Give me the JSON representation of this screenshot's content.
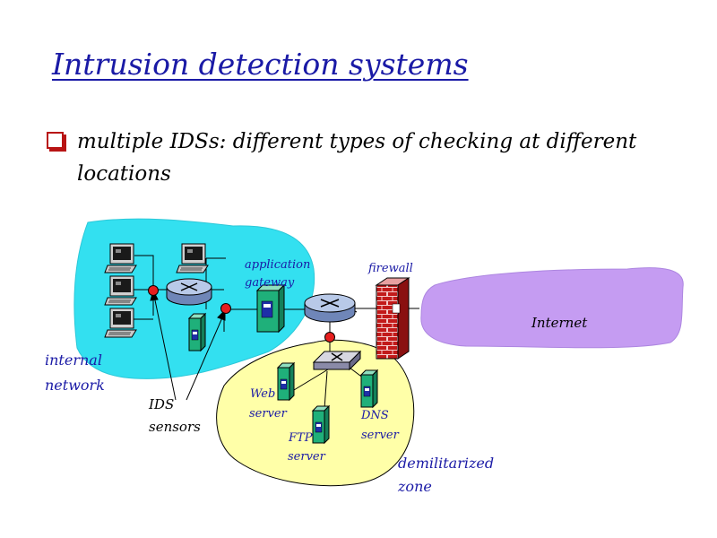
{
  "slide": {
    "title": "Intrusion detection systems",
    "bullet": "multiple IDSs: different types of checking at different locations"
  },
  "labels": {
    "application_gateway_1": "application",
    "application_gateway_2": "gateway",
    "firewall": "firewall",
    "internet": "Internet",
    "internal_network_1": "internal",
    "internal_network_2": "network",
    "ids_sensors_1": "IDS",
    "ids_sensors_2": "sensors",
    "web_server_1": "Web",
    "web_server_2": "server",
    "ftp_server_1": "FTP",
    "ftp_server_2": "server",
    "dns_server_1": "DNS",
    "dns_server_2": "server",
    "dmz_1": "demilitarized",
    "dmz_2": "zone"
  },
  "colors": {
    "title": "#1a1aa6",
    "bullet": "#b81414",
    "internal_cloud": "#33e0f0",
    "internet_cloud": "#c59cf2",
    "dmz_cloud": "#ffffa8",
    "ids_sensor": "#e61e1e",
    "firewall_brick": "#c21a1a",
    "server_body": "#1fb07a",
    "router": "#b8c9e8"
  }
}
